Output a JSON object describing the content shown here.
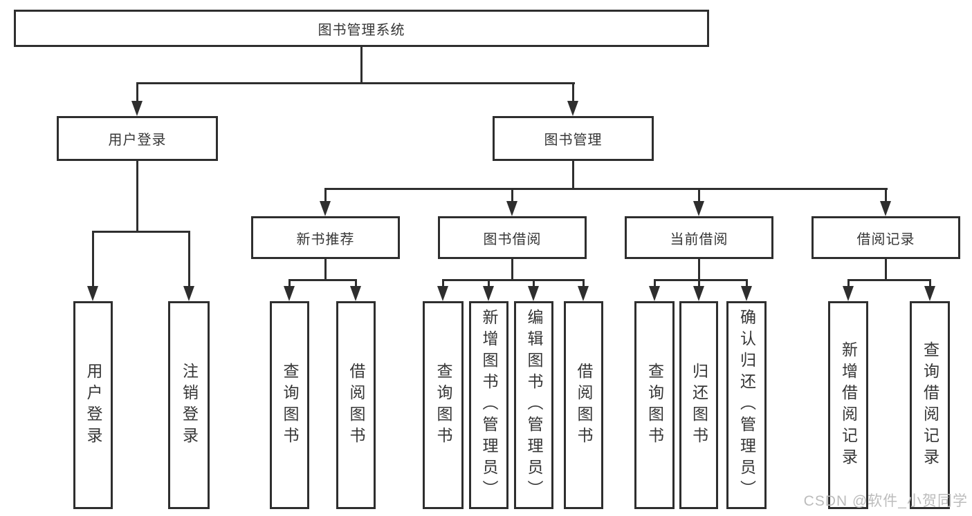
{
  "tree": {
    "root": "图书管理系统",
    "level2": [
      "用户登录",
      "图书管理"
    ],
    "level3": [
      "新书推荐",
      "图书借阅",
      "当前借阅",
      "借阅记录"
    ],
    "leaves": {
      "user_login": [
        "用户登录",
        "注销登录"
      ],
      "new_book_recommend": [
        "查询图书",
        "借阅图书"
      ],
      "book_borrow": [
        "查询图书",
        "新增图书（管理员）",
        "编辑图书（管理员）",
        "借阅图书"
      ],
      "current_borrow": [
        "查询图书",
        "归还图书",
        "确认归还（管理员）"
      ],
      "borrow_record": [
        "新增借阅记录",
        "查询借阅记录"
      ]
    }
  },
  "watermark": "CSDN @软件_小贺同学",
  "colors": {
    "line": "#2e2e2e",
    "text": "#363636",
    "watermark": "#bcbcbc",
    "background": "#ffffff"
  }
}
